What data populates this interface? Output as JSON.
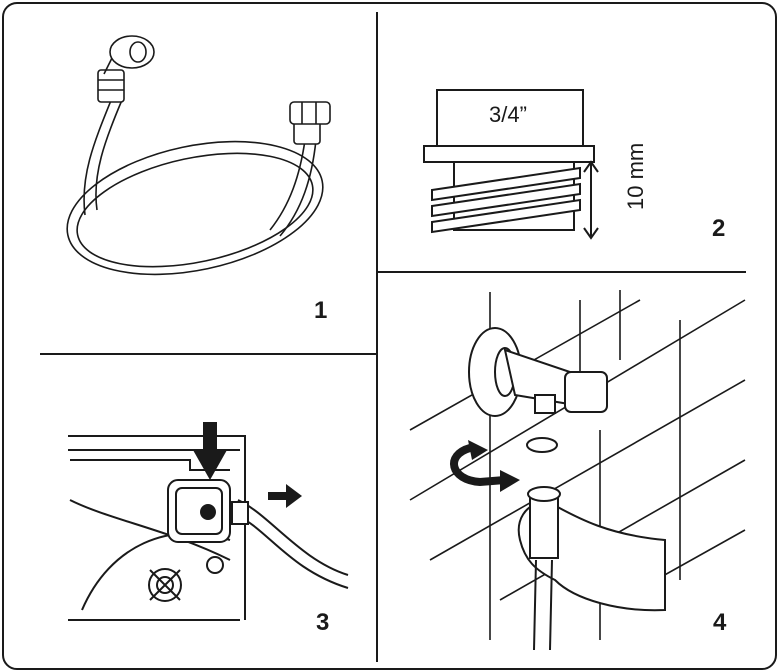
{
  "panels": [
    {
      "number": "1"
    },
    {
      "number": "2",
      "thread_size": "3/4”",
      "thread_length": "10 mm"
    },
    {
      "number": "3"
    },
    {
      "number": "4"
    }
  ],
  "colors": {
    "line": "#1a1a1a",
    "background": "#ffffff"
  },
  "icons": [
    "inlet-hose-icon",
    "thread-fitting-icon",
    "machine-back-icon",
    "tap-connection-icon",
    "arrow-down-icon",
    "arrow-right-icon",
    "rotate-arrow-icon"
  ]
}
